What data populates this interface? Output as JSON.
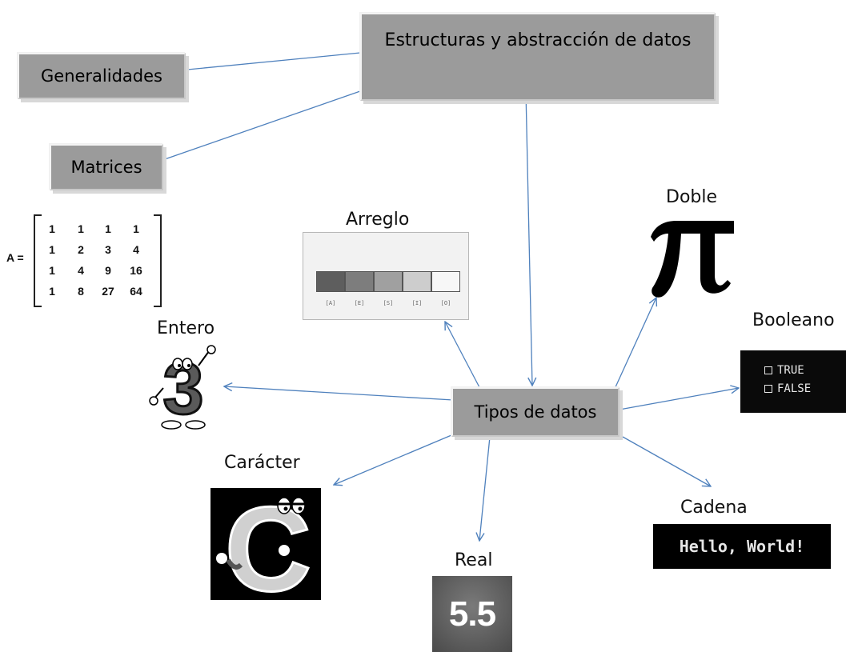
{
  "boxes": {
    "main": "Estructuras y abstracción de datos",
    "generalidades": "Generalidades",
    "matrices": "Matrices",
    "tipos": "Tipos de datos"
  },
  "labels": {
    "arreglo": "Arreglo",
    "doble": "Doble",
    "booleano": "Booleano",
    "entero": "Entero",
    "caracter": "Carácter",
    "cadena": "Cadena",
    "real": "Real"
  },
  "matrix": {
    "name": "A =",
    "rows": [
      [
        "1",
        "1",
        "1",
        "1"
      ],
      [
        "1",
        "2",
        "3",
        "4"
      ],
      [
        "1",
        "4",
        "9",
        "16"
      ],
      [
        "1",
        "8",
        "27",
        "64"
      ]
    ]
  },
  "arreglo_indices": [
    "[A]",
    "[E]",
    "[S]",
    "[I]",
    "[O]"
  ],
  "arreglo_shades": [
    "#5e5e5e",
    "#7d7d7d",
    "#a0a0a0",
    "#cdcdcd",
    "#f7f7f7"
  ],
  "booleano": {
    "true_text": "TRUE",
    "false_text": "FALSE"
  },
  "cadena_text": "Hello, World!",
  "real_text": "5.5",
  "entero_glyph": "3",
  "doble_glyph": "π",
  "caracter_glyph": "C",
  "colors": {
    "box": "#9b9b9b",
    "arrow": "#4f81bd"
  }
}
